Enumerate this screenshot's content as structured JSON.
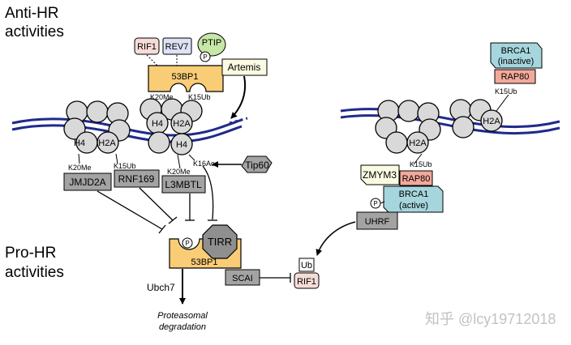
{
  "sections": {
    "anti_hr": [
      "Anti-HR",
      "activities"
    ],
    "pro_hr": [
      "Pro-HR",
      "activities"
    ]
  },
  "proteins": {
    "rif1": "RIF1",
    "rev7": "REV7",
    "ptip": "PTIP",
    "artemis": "Artemis",
    "bp53": "53BP1",
    "brca1_inactive": [
      "BRCA1",
      "(inactive)"
    ],
    "rap80": "RAP80",
    "tip60": "Tip60",
    "jmjd2a": "JMJD2A",
    "rnf169": "RNF169",
    "l3mbtl": "L3MBTL",
    "zmym3": "ZMYM3",
    "brca1_active": [
      "BRCA1",
      "(active)"
    ],
    "uhrf": "UHRF",
    "tirr": "TIRR",
    "scai": "SCAI",
    "ub": "Ub",
    "rif1_bottom": "RIF1"
  },
  "histones": {
    "h4": "H4",
    "h2a": "H2A"
  },
  "marks": {
    "k20me": "K20Me",
    "k15ub": "K15Ub",
    "k16ac": "K16Ac",
    "p": "P"
  },
  "process": {
    "ubch7": "Ubch7",
    "outcome": [
      "Proteasomal",
      "degradation"
    ]
  },
  "watermark": "知乎 @lcy19712018",
  "colors": {
    "dna": "#1f2a8c",
    "nucleosome": "#d9d9d9",
    "bp53": "#f9cc76",
    "pink": "#f6dcd6",
    "rev7": "#dde3f4",
    "ptip": "#c6e7a5",
    "artemis": "#fbfbe3",
    "brca1": "#a6d6dd",
    "rap80": "#f2a99b",
    "grey_box": "#a3a3a3",
    "tirr": "#8f8f8f"
  }
}
